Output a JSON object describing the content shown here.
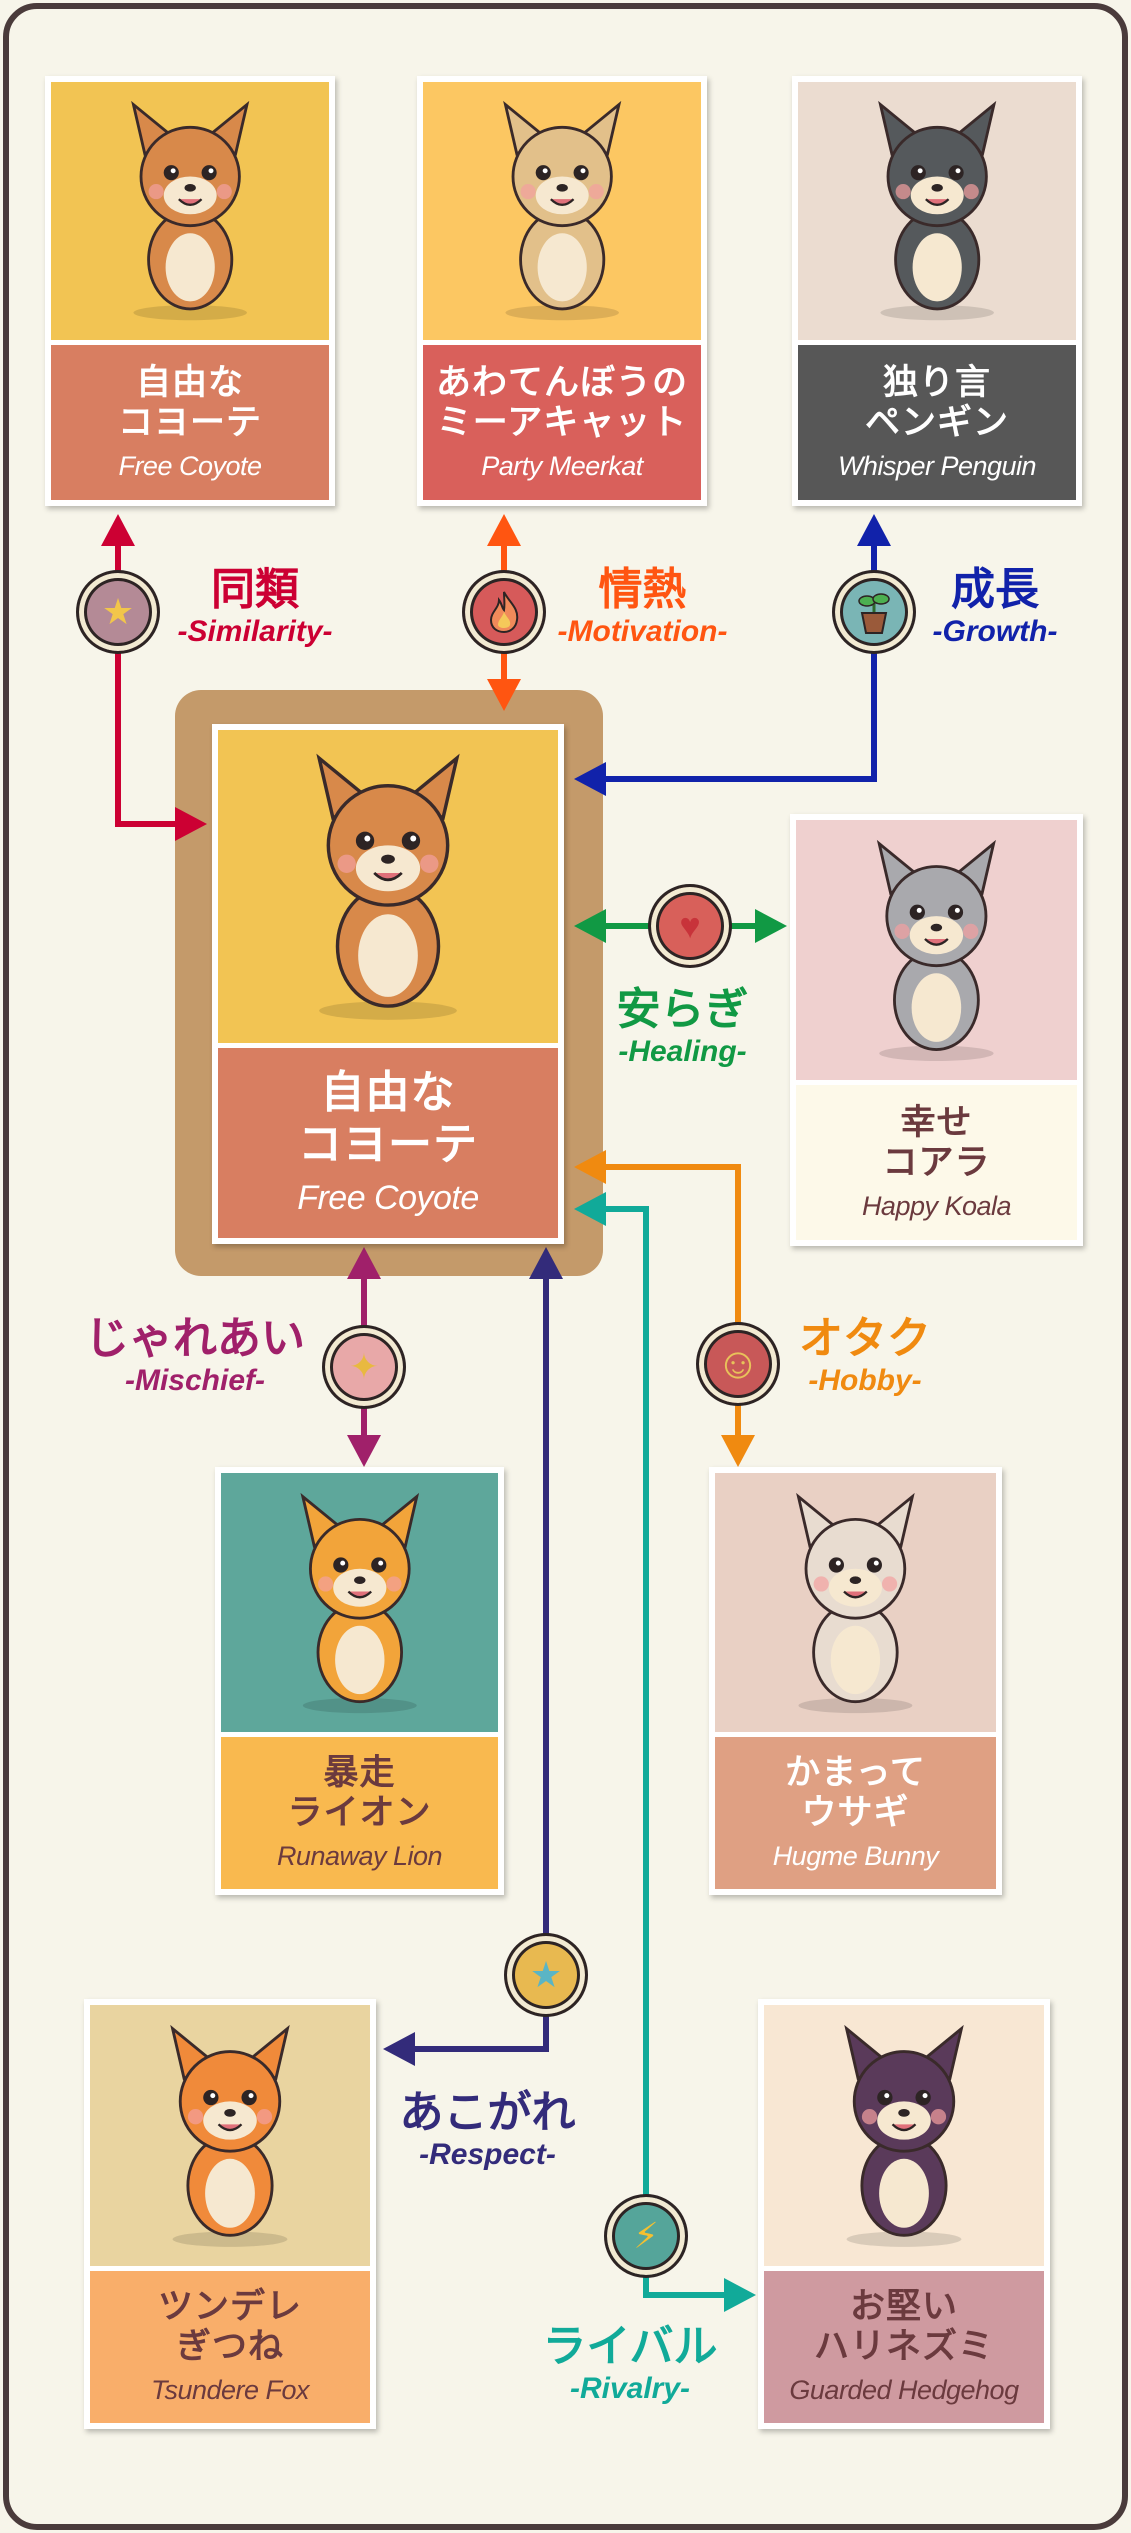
{
  "cards": {
    "coyote_top": {
      "jp1": "自由な",
      "jp2": "コヨーテ",
      "en": "Free Coyote",
      "image_bg": "#f2c453",
      "label_bg": "#d87e61",
      "text": "#ffffff",
      "fur": "#d8894a"
    },
    "meerkat": {
      "jp1": "あわてんぼうの",
      "jp2": "ミーアキャット",
      "en": "Party Meerkat",
      "image_bg": "#fcc762",
      "label_bg": "#d9605b",
      "text": "#ffffff",
      "fur": "#e2c08a"
    },
    "penguin": {
      "jp1": "独り言",
      "jp2": "ペンギン",
      "en": "Whisper Penguin",
      "image_bg": "#ebdcd0",
      "label_bg": "#575757",
      "text": "#ffffff",
      "fur": "#55595c"
    },
    "center": {
      "jp1": "自由な",
      "jp2": "コヨーテ",
      "en": "Free Coyote",
      "image_bg": "#f2c453",
      "label_bg": "#d87e61",
      "text": "#ffffff",
      "fur": "#d8894a"
    },
    "koala": {
      "jp1": "幸せ",
      "jp2": "コアラ",
      "en": "Happy Koala",
      "image_bg": "#efd0cf",
      "label_bg": "#fdf9e9",
      "text": "#6b3a3e",
      "fur": "#a9a9ad"
    },
    "lion": {
      "jp1": "暴走",
      "jp2": "ライオン",
      "en": "Runaway Lion",
      "image_bg": "#5ea79b",
      "label_bg": "#f9b94f",
      "text": "#6b3a3e",
      "fur": "#f2a43a"
    },
    "bunny": {
      "jp1": "かまって",
      "jp2": "ウサギ",
      "en": "Hugme Bunny",
      "image_bg": "#e9d0c4",
      "label_bg": "#dfa083",
      "text": "#ffffff",
      "fur": "#e8dcd0"
    },
    "fox": {
      "jp1": "ツンデレ",
      "jp2": "ぎつね",
      "en": "Tsundere Fox",
      "image_bg": "#e9d4a0",
      "label_bg": "#f9ae6a",
      "text": "#6b3a3e",
      "fur": "#f08a3a"
    },
    "hedgehog": {
      "jp1": "お堅い",
      "jp2": "ハリネズミ",
      "en": "Guarded Hedgehog",
      "image_bg": "#f8e7d3",
      "label_bg": "#cf9aa0",
      "text": "#6b3a3e",
      "fur": "#5a3a5a"
    }
  },
  "relations": {
    "similarity": {
      "jp": "同類",
      "en": "-Similarity-",
      "color": "#cc0033",
      "badge_bg": "#b48a96",
      "icon": "star-icon",
      "glyph": "★"
    },
    "motivation": {
      "jp": "情熱",
      "en": "-Motivation-",
      "color": "#ff5511",
      "badge_bg": "#d65a5a",
      "icon": "flame-icon",
      "glyph": ""
    },
    "growth": {
      "jp": "成長",
      "en": "-Growth-",
      "color": "#1122aa",
      "badge_bg": "#7ab5b5",
      "icon": "sprout-icon",
      "glyph": ""
    },
    "healing": {
      "jp": "安らぎ",
      "en": "-Healing-",
      "color": "#119944",
      "badge_bg": "#d8605a",
      "icon": "heart-icon",
      "glyph": "♥"
    },
    "hobby": {
      "jp": "オタク",
      "en": "-Hobby-",
      "color": "#f08a10",
      "badge_bg": "#c85858",
      "icon": "smiley-icon",
      "glyph": "☺"
    },
    "mischief": {
      "jp": "じゃれあい",
      "en": "-Mischief-",
      "color": "#a0206a",
      "badge_bg": "#e8a8a8",
      "icon": "star-bolt-icon",
      "glyph": "✦"
    },
    "respect": {
      "jp": "あこがれ",
      "en": "-Respect-",
      "color": "#332b7a",
      "badge_bg": "#e8b950",
      "icon": "star-face-icon",
      "glyph": "★"
    },
    "rivalry": {
      "jp": "ライバル",
      "en": "-Rivalry-",
      "color": "#11aa99",
      "badge_bg": "#55a59a",
      "icon": "lightning-icon",
      "glyph": "⚡"
    }
  }
}
